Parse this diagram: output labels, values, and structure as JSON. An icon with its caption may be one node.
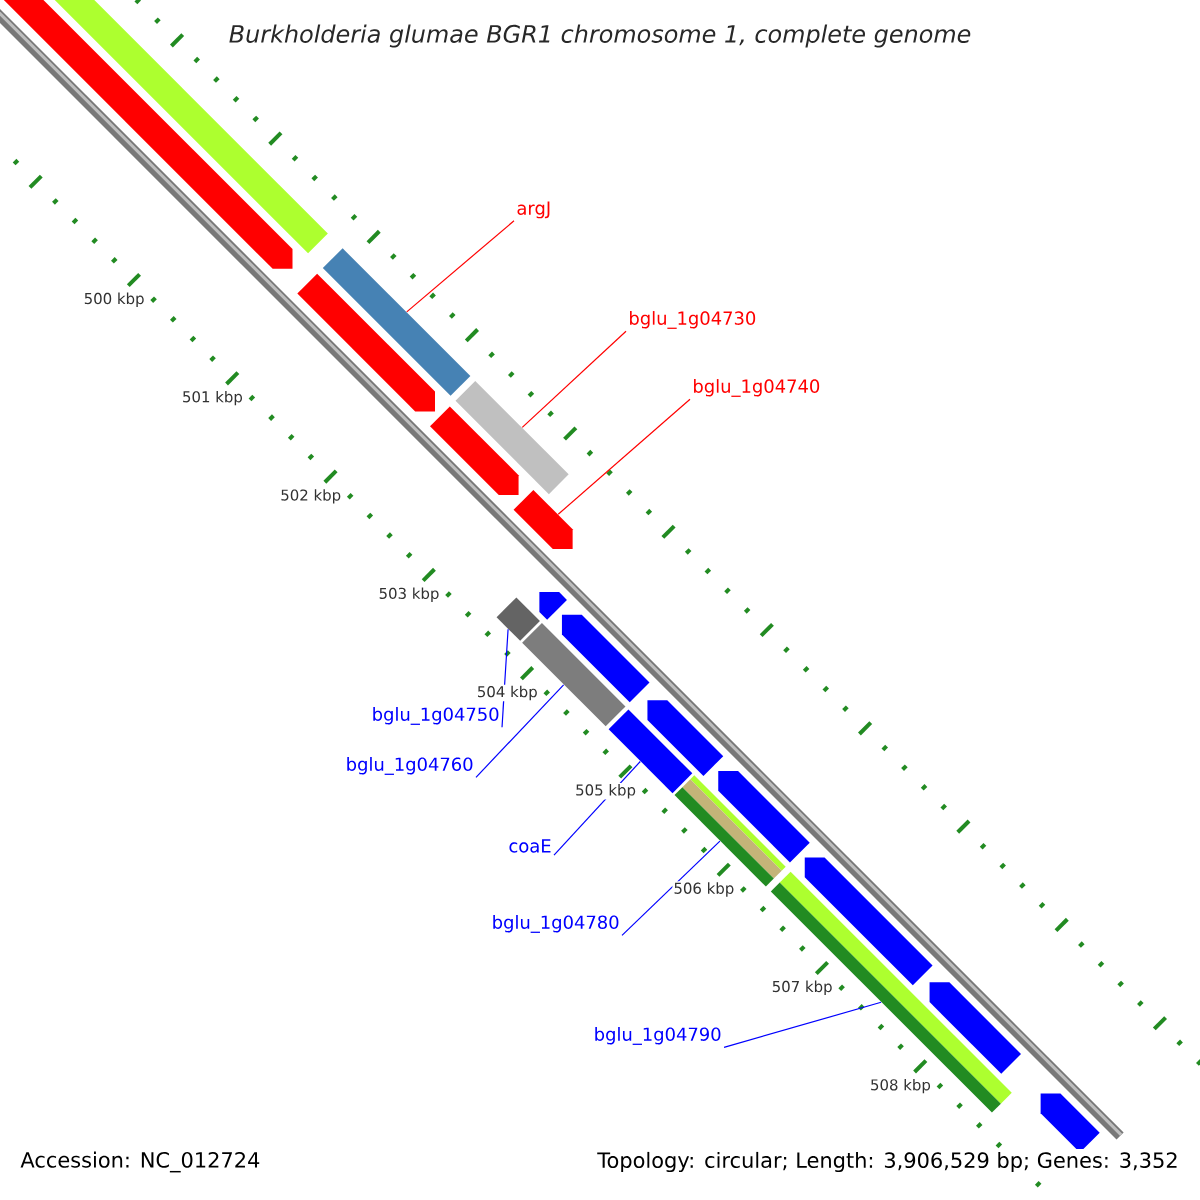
{
  "diagram": {
    "title": "Burkholderia glumae BGR1 chromosome 1, complete genome",
    "nodes": [
      {
        "text": [
          "argJ"
        ]
      },
      {
        "text": [],
        "shape": "bar"
      },
      {
        "text": [
          "bglu_1g04730"
        ]
      },
      {
        "text": [],
        "shape": "bar"
      },
      {
        "text": [
          "bglu_1g04740"
        ]
      },
      {
        "text": [],
        "shape": "arrow"
      },
      {
        "text": [
          "bglu_1g04750"
        ]
      },
      {
        "text": [],
        "shape": "bar"
      },
      {
        "text": [
          "bglu_1g04760"
        ]
      },
      {
        "text": [],
        "shape": "bar"
      },
      {
        "text": [
          "coaE"
        ]
      },
      {
        "text": [],
        "shape": "bar"
      },
      {
        "text": [
          "bglu_1g04780"
        ]
      },
      {
        "text": [],
        "shape": "bar"
      },
      {
        "text": [
          "bglu_1g04790"
        ]
      },
      {
        "text": [],
        "shape": "bar"
      }
    ],
    "edges": [
      {
        "from": 0,
        "to": 1,
        "arrow": "none",
        "color": "#ff0000"
      },
      {
        "from": 2,
        "to": 3,
        "arrow": "none",
        "color": "#ff0000"
      },
      {
        "from": 4,
        "to": 5,
        "arrow": "none",
        "color": "#ff0000"
      },
      {
        "from": 6,
        "to": 7,
        "arrow": "none"
      },
      {
        "from": 8,
        "to": 9,
        "arrow": "none"
      },
      {
        "from": 10,
        "to": 11,
        "arrow": "none"
      },
      {
        "from": 12,
        "to": 13,
        "arrow": "none"
      },
      {
        "from": 14,
        "to": 15,
        "arrow": "none"
      }
    ],
    "labels": [
      "500 kbp",
      "501 kbp",
      "502 kbp",
      "503 kbp",
      "504 kbp",
      "505 kbp",
      "506 kbp",
      "507 kbp",
      "508 kbp",
      "Accession: NC_012724",
      "Topology: circular; Length: 3,906,529 bp; Genes: 3,352"
    ]
  }
}
